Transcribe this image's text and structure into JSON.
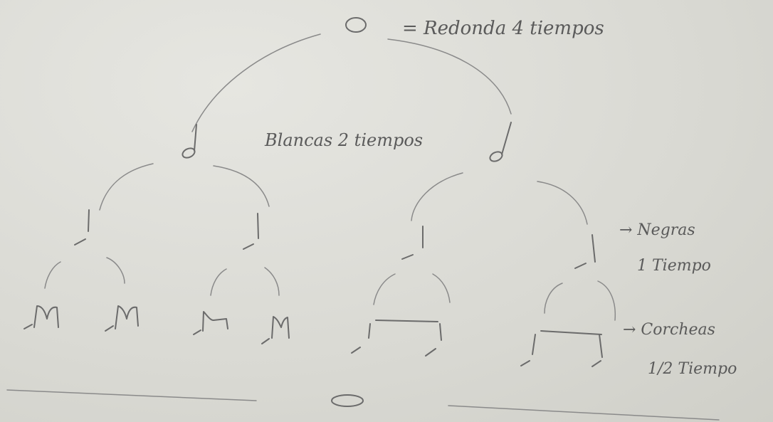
{
  "labels": {
    "redonda": "= Redonda 4 tiempos",
    "blancas": "Blancas 2 tiempos",
    "negras": "→ Negras",
    "negras_tiempo": "1 Tiempo",
    "corcheas": "→ Corcheas",
    "corcheas_tiempo": "1/2 Tiempo"
  },
  "notes": {
    "semibreve": "whole-note-symbol",
    "half_note": "half-note-symbol",
    "quarter_note": "quarter-note-symbol",
    "eighth_note": "eighth-note-symbol",
    "sixteenth": "M"
  }
}
